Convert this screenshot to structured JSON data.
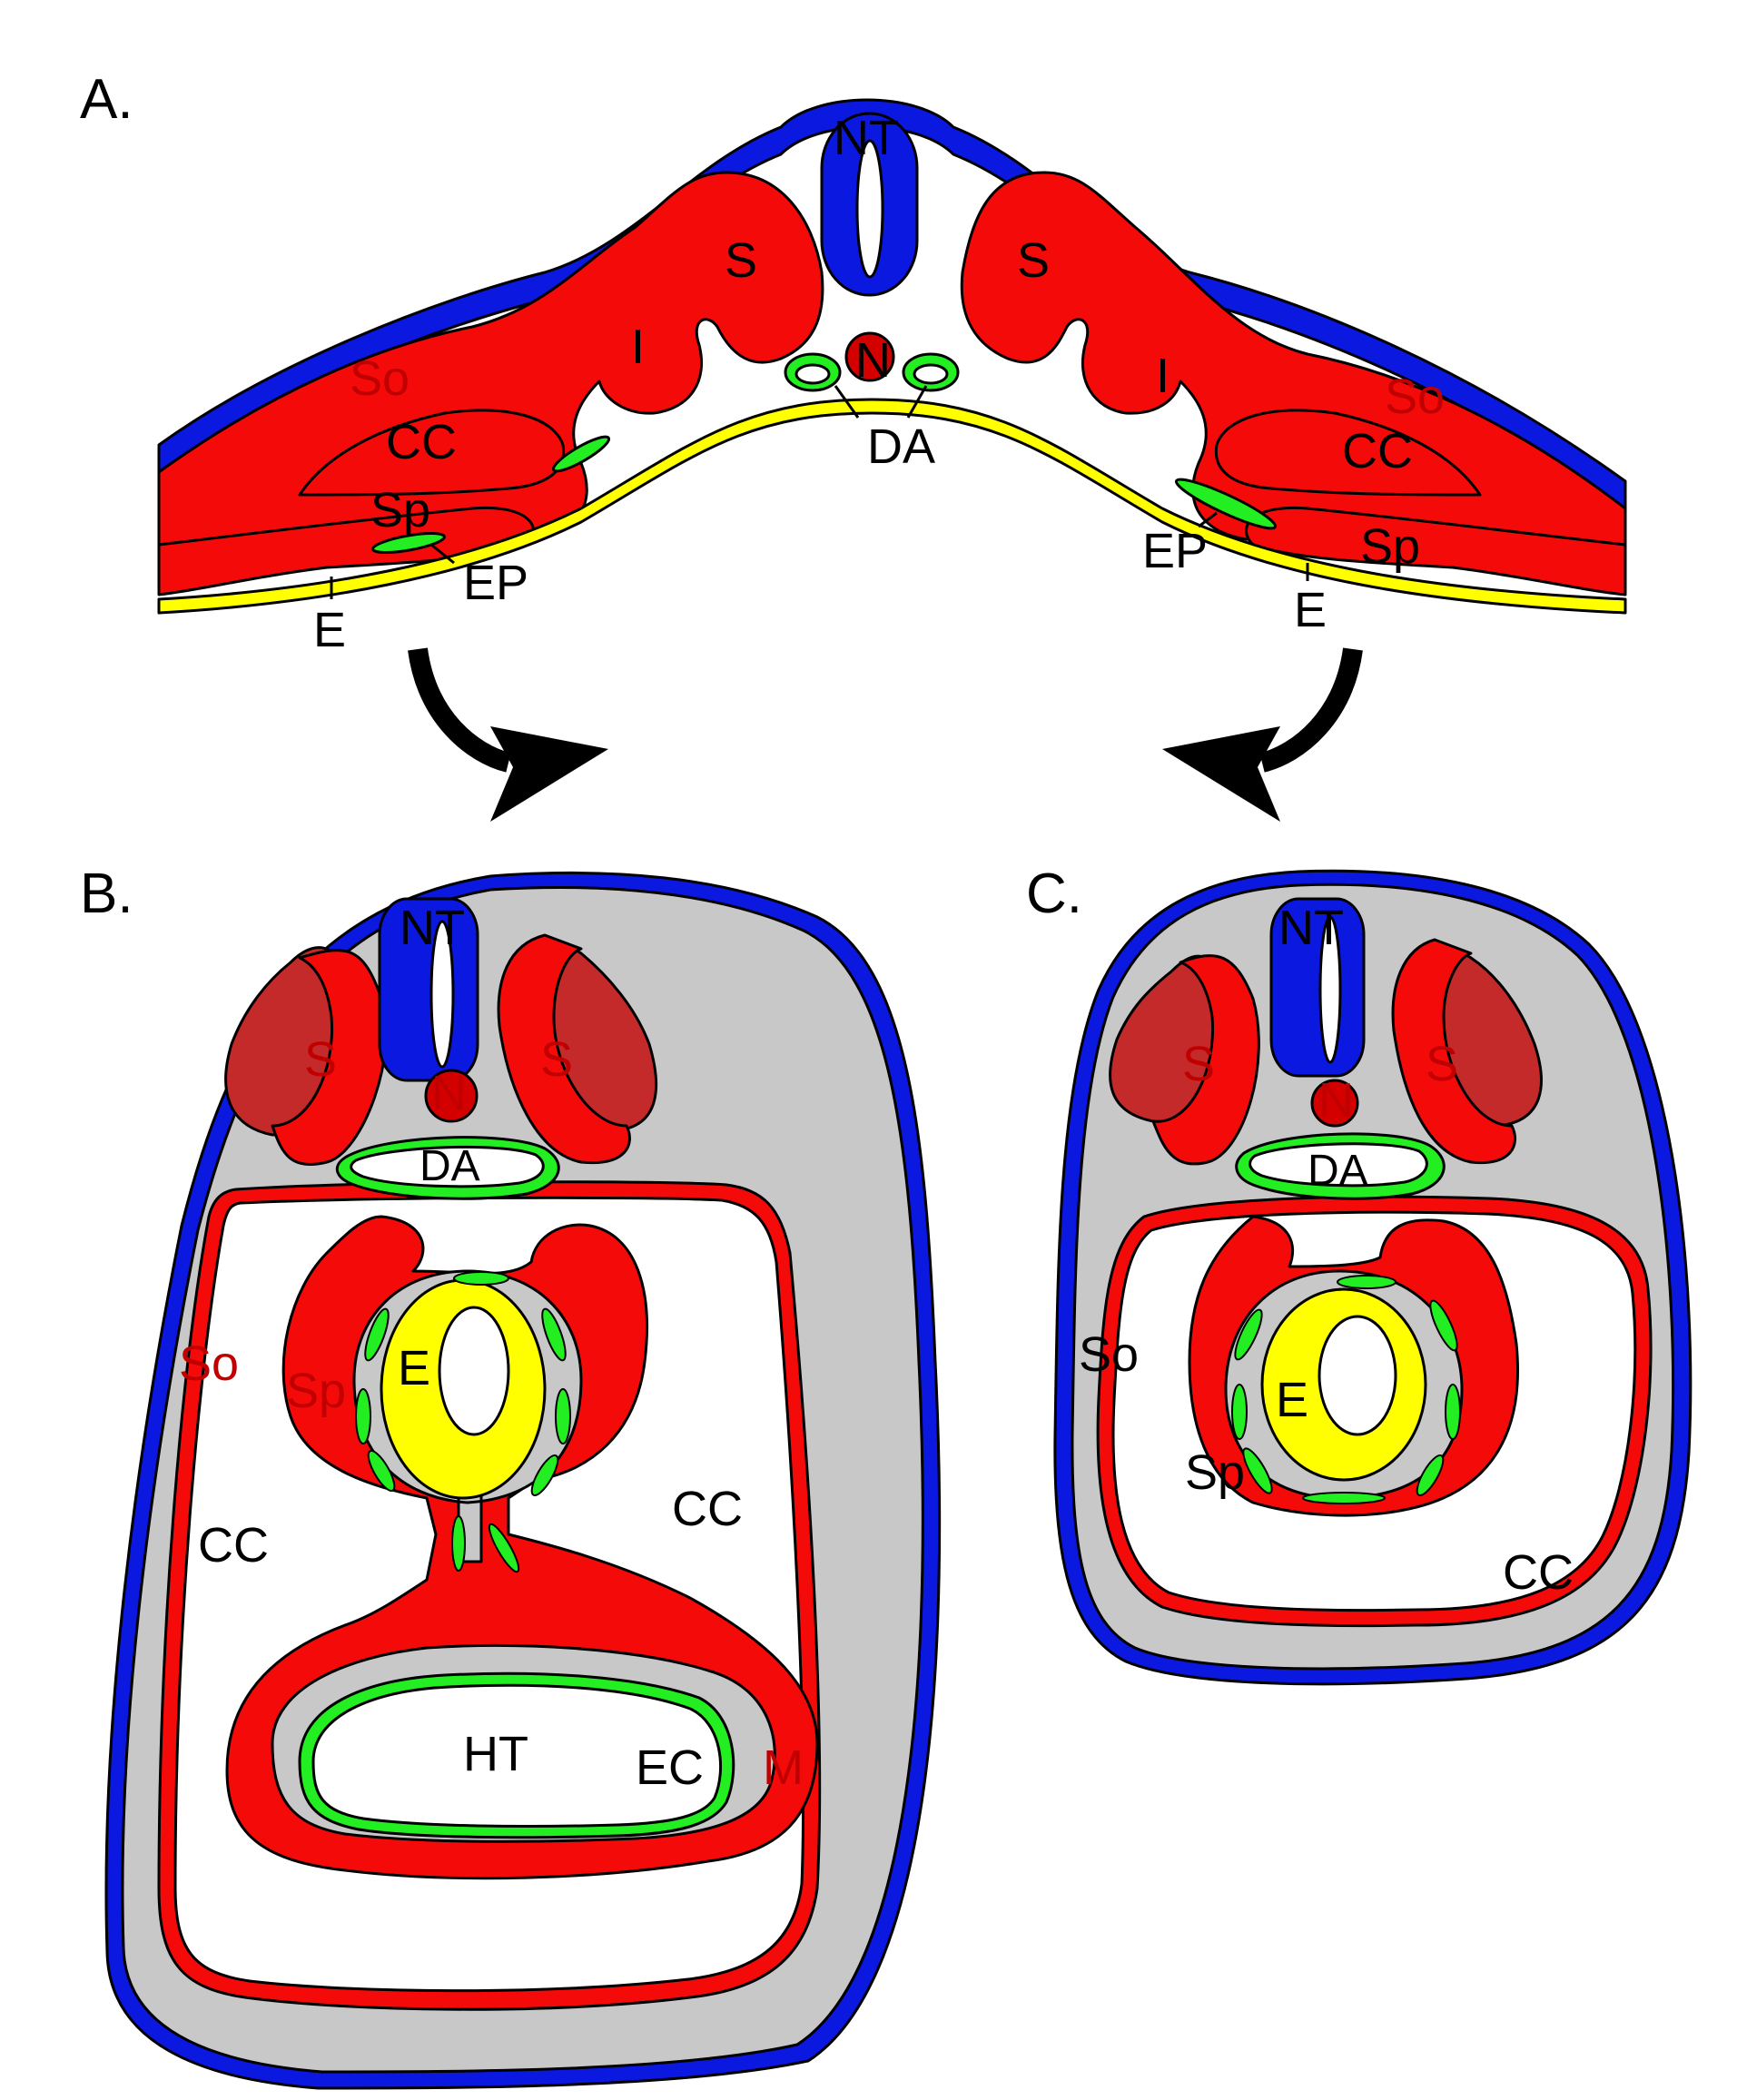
{
  "colors": {
    "ectoderm_blue": "#0a18e0",
    "mesoderm_red": "#f50a0a",
    "dark_red": "#c42a2a",
    "notochord_red": "#d40000",
    "mesenchyme_gray": "#c8c8c8",
    "endoderm_yellow": "#ffff00",
    "endothelium_green": "#22ee22",
    "outline": "#000000"
  },
  "panels": {
    "a": {
      "label": "A.",
      "labels": {
        "nt": "NT",
        "s_left": "S",
        "s_right": "S",
        "i_left": "I",
        "i_right": "I",
        "n": "N",
        "so_left": "So",
        "so_right": "So",
        "cc_left": "CC",
        "cc_right": "CC",
        "da": "DA",
        "sp_left": "Sp",
        "sp_right": "Sp",
        "ep_left": "EP",
        "ep_right": "EP",
        "e_left": "E",
        "e_right": "E"
      }
    },
    "b": {
      "label": "B.",
      "labels": {
        "nt": "NT",
        "s_left": "S",
        "s_right": "S",
        "n": "N",
        "da": "DA",
        "so": "So",
        "sp": "Sp",
        "e": "E",
        "cc_left": "CC",
        "cc_right": "CC",
        "ht": "HT",
        "ec": "EC",
        "m": "M"
      }
    },
    "c": {
      "label": "C.",
      "labels": {
        "nt": "NT",
        "s_left": "S",
        "s_right": "S",
        "n": "N",
        "da": "DA",
        "so": "So",
        "e": "E",
        "sp": "Sp",
        "cc": "CC"
      }
    }
  },
  "arrows": [
    {
      "from": "A",
      "to": "B",
      "icon": "curved-arrow-icon"
    },
    {
      "from": "A",
      "to": "C",
      "icon": "curved-arrow-icon"
    }
  ]
}
